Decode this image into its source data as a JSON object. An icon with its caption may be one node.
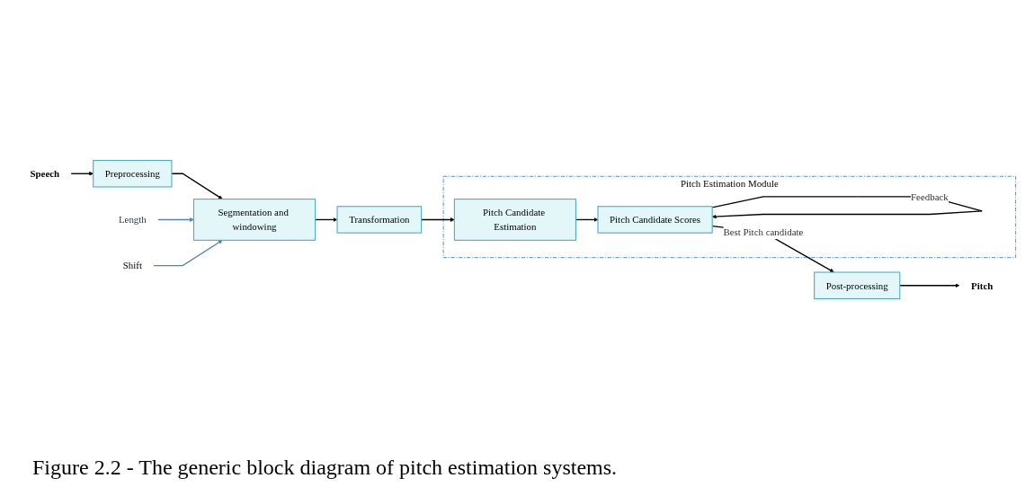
{
  "diagram": {
    "caption": "Figure 2.2 - The generic block diagram of pitch estimation systems.",
    "nodes": [
      {
        "text": [
          "Speech"
        ]
      },
      {
        "text": [
          "Preprocessing"
        ]
      },
      {
        "text": [
          "Segmentation and windowing"
        ]
      },
      {
        "text": [
          "Transformation"
        ]
      },
      {
        "text": [
          "Pitch Estimation Module"
        ]
      },
      {
        "text": [
          "Pitch Candidate Estimation"
        ],
        "in": 4
      },
      {
        "text": [
          "Pitch Candidate Scores"
        ],
        "in": 4
      },
      {
        "text": [
          "Post-processing"
        ]
      },
      {
        "text": [
          "Pitch"
        ]
      },
      {
        "text": [
          "Length"
        ]
      },
      {
        "text": [
          "Shift"
        ]
      }
    ],
    "edges": [
      {
        "from": 0,
        "to": 1,
        "arrow": "to"
      },
      {
        "from": 1,
        "to": 2,
        "arrow": "to"
      },
      {
        "from": 2,
        "to": 3,
        "arrow": "to"
      },
      {
        "from": 3,
        "to": 5,
        "arrow": "to"
      },
      {
        "from": 5,
        "to": 6,
        "arrow": "to"
      },
      {
        "from": 6,
        "to": 7,
        "arrow": "to",
        "label": "Best Pitch candidate"
      },
      {
        "from": 6,
        "to": 6,
        "arrow": "to",
        "label": "Feedback"
      },
      {
        "from": 7,
        "to": 8,
        "arrow": "to"
      },
      {
        "from": 9,
        "to": 2,
        "arrow": "to",
        "color": "#4f81bd"
      },
      {
        "from": 10,
        "to": 2,
        "arrow": "to",
        "color": "#4f81bd"
      }
    ]
  }
}
